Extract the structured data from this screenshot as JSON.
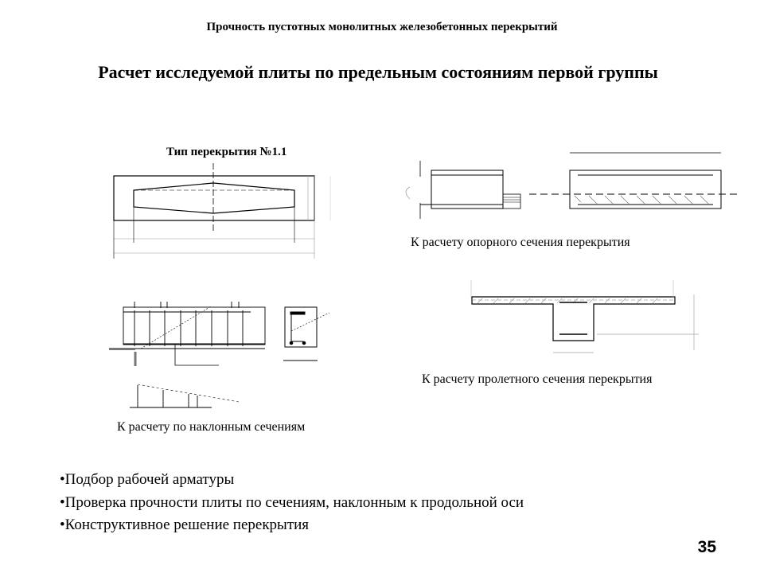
{
  "slide": {
    "top_title": "Прочность пустотных монолитных железобетонных перекрытий",
    "heading": "Расчет исследуемой плиты по предельным состояниям первой группы",
    "type_label": "Тип перекрытия №1.1",
    "captions": {
      "support_section": "К расчету опорного сечения перекрытия",
      "span_section": "К расчету пролетного сечения перекрытия",
      "inclined_sections": "К расчету по наклонным сечениям"
    },
    "bullets": [
      "Подбор рабочей арматуры",
      "Проверка прочности плиты по сечениям, наклонным к продольной оси",
      "Конструктивное решение перекрытия"
    ],
    "page_number": "35"
  }
}
